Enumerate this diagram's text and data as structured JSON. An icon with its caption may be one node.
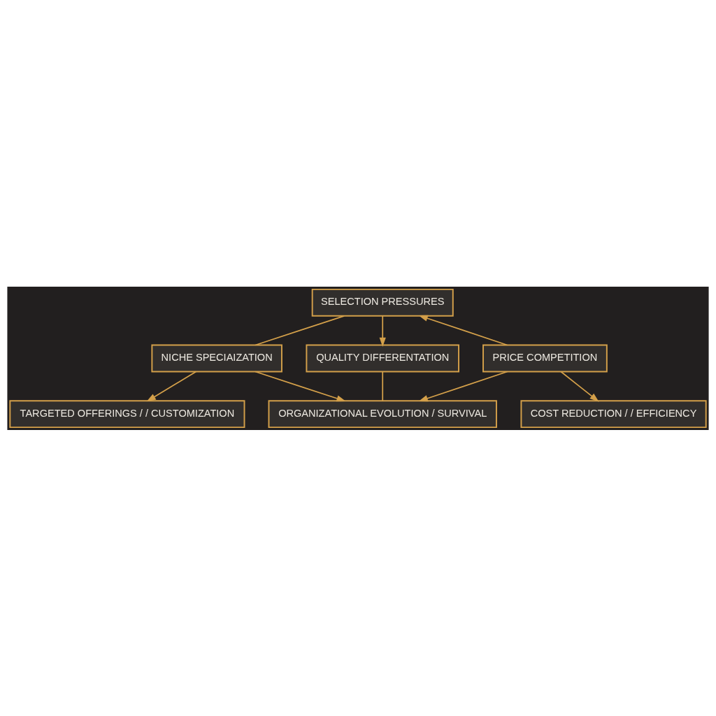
{
  "diagram": {
    "nodes": [
      {
        "text": [
          "SELECTION PRESSURES"
        ]
      },
      {
        "text": [
          "PRICE COMPETITION"
        ]
      },
      {
        "text": [
          "QUALITY DIFFERENTATION"
        ]
      },
      {
        "text": [
          "NICHE SPECIAIZATION"
        ]
      },
      {
        "text": [
          "COST REDUCTION / / EFFICIENCY"
        ]
      },
      {
        "text": [
          "ORGANIZATIONAL EVOLUTION / SURVIVAL"
        ]
      },
      {
        "text": [
          "TARGETED OFFERINGS / / CUSTOMIZATION"
        ]
      }
    ],
    "edges": [
      {
        "from": 1,
        "to": 0,
        "arrow": "to"
      },
      {
        "from": 0,
        "to": 2,
        "arrow": "to"
      },
      {
        "from": 0,
        "to": 3,
        "arrow": "none"
      },
      {
        "from": 1,
        "to": 4,
        "arrow": "to"
      },
      {
        "from": 1,
        "to": 5,
        "arrow": "to"
      },
      {
        "from": 2,
        "to": 5,
        "arrow": "none"
      },
      {
        "from": 3,
        "to": 5,
        "arrow": "to"
      },
      {
        "from": 3,
        "to": 6,
        "arrow": "to"
      }
    ]
  }
}
